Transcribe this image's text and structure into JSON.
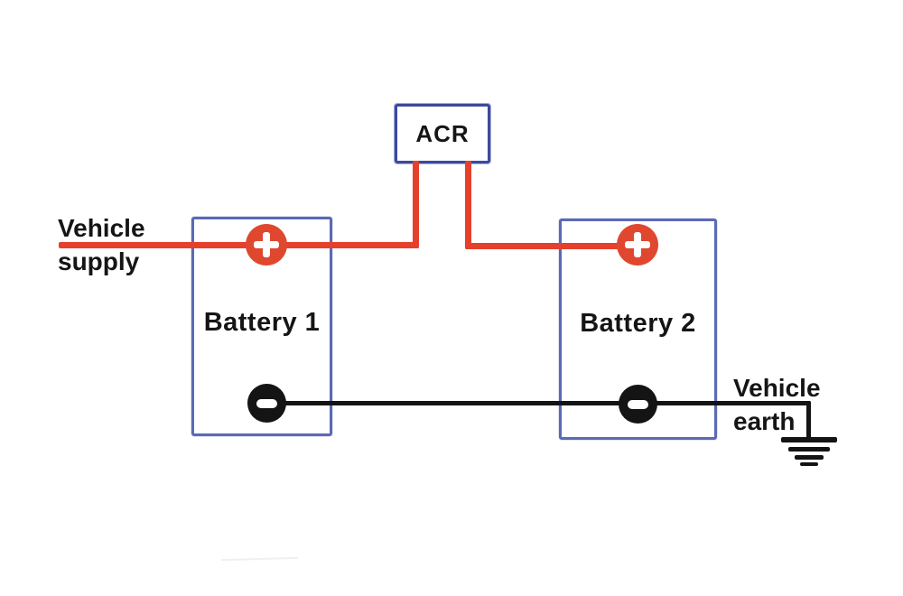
{
  "diagram": {
    "type": "battery-acr-wiring-diagram",
    "components": {
      "acr": {
        "label": "ACR"
      },
      "battery_1": {
        "label": "Battery 1",
        "positive_terminal": "+",
        "negative_terminal": "−"
      },
      "battery_2": {
        "label": "Battery 2",
        "positive_terminal": "+",
        "negative_terminal": "−"
      }
    },
    "labels": {
      "vehicle_supply": "Vehicle supply",
      "vehicle_earth": "Vehicle earth"
    },
    "icons": {
      "positive_terminal": "plus-in-red-circle",
      "negative_terminal": "minus-in-black-circle",
      "ground": "chassis-earth-ground-symbol"
    },
    "colors": {
      "positive_wire": "#e6402c",
      "positive_terminal_fill": "#e0472f",
      "negative_wire": "#141414",
      "battery_box_border": "#5a6ab5",
      "acr_box_border": "#3a4a9e",
      "text": "#151515",
      "background": "#ffffff"
    }
  }
}
